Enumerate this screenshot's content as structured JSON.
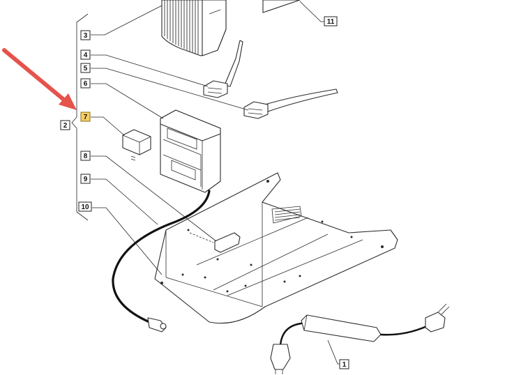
{
  "callouts": {
    "c1": "1",
    "c2": "2",
    "c3": "3",
    "c4": "4",
    "c5": "5",
    "c6": "6",
    "c7": "7",
    "c8": "8",
    "c9": "9",
    "c10": "10",
    "c11": "11"
  },
  "highlighted_callout": "7",
  "colors": {
    "highlight": "#f7cf62",
    "arrow": "#e5534b",
    "line": "#222222"
  }
}
